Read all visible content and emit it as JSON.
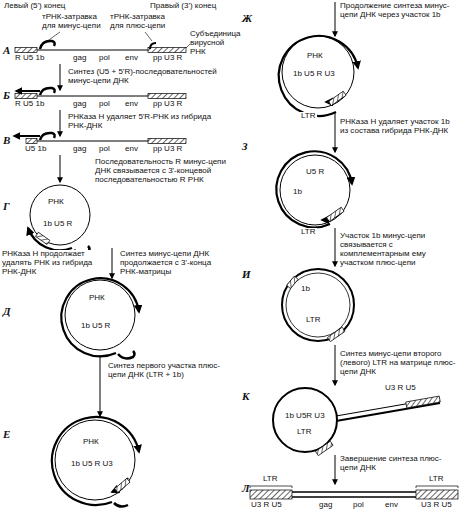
{
  "diagram": {
    "labels": [
      "Левый (5') конец",
      "Правый (3') конец",
      "тРНК-затравка для минус-цепи",
      "тРНК-затравка для плюс-цепи",
      "Субъединица вирусной РНК",
      "А",
      "R U5 1b",
      "gag",
      "pol",
      "env",
      "pp U3 R",
      "Синтез (U5 + 5'R)-последовательностей минус-цепи ДНК",
      "Б",
      "R U5 1b",
      "gag",
      "pol",
      "env",
      "pp U3 R",
      "РНКаза Н удаляет 5'R-РНК из гибрида РНК-ДНК",
      "В",
      "U5 1b",
      "gag",
      "pol",
      "env",
      "pp U3 R",
      "Последовательность R минус-цепи ДНК связывается с 3'-концевой последовательностью R РНК",
      "Г",
      "РНК",
      "1b U5 R",
      "РНКаза Н продолжает удалять РНК из гибрида РНК-ДНК",
      "Синтез минус-цепи ДНК продолжается с 3'-конца РНК-матрицы",
      "Д",
      "РНК",
      "1b U5 R",
      "Синтез первого участка плюс-цепи ДНК (LTR + 1b)",
      "Е",
      "РНК",
      "1b U5 R U3",
      "Продолжение синтеза минус-цепи ДНК через участок 1b",
      "Ж",
      "РНК",
      "1b U5 R U3",
      "LTR",
      "РНКаза Н удаляет участок 1b из состава гибрида РНК-ДНК",
      "З",
      "U5 R",
      "1b",
      "LTR",
      "Участок 1b минус-цепи связывается с комплементарным ему участком плюс-цепи",
      "И",
      "1b",
      "LTR",
      "Синтез минус-цепи второго (левого) LTR на матрице плюс-цепи ДНК",
      "К",
      "U3 R U5",
      "1b U5R U3",
      "LTR",
      "Завершение синтеза плюс-цепи ДНК",
      "Л",
      "LTR",
      "LTR",
      "U3 R U5",
      "gag",
      "pol",
      "env",
      "U3 R U5"
    ]
  }
}
